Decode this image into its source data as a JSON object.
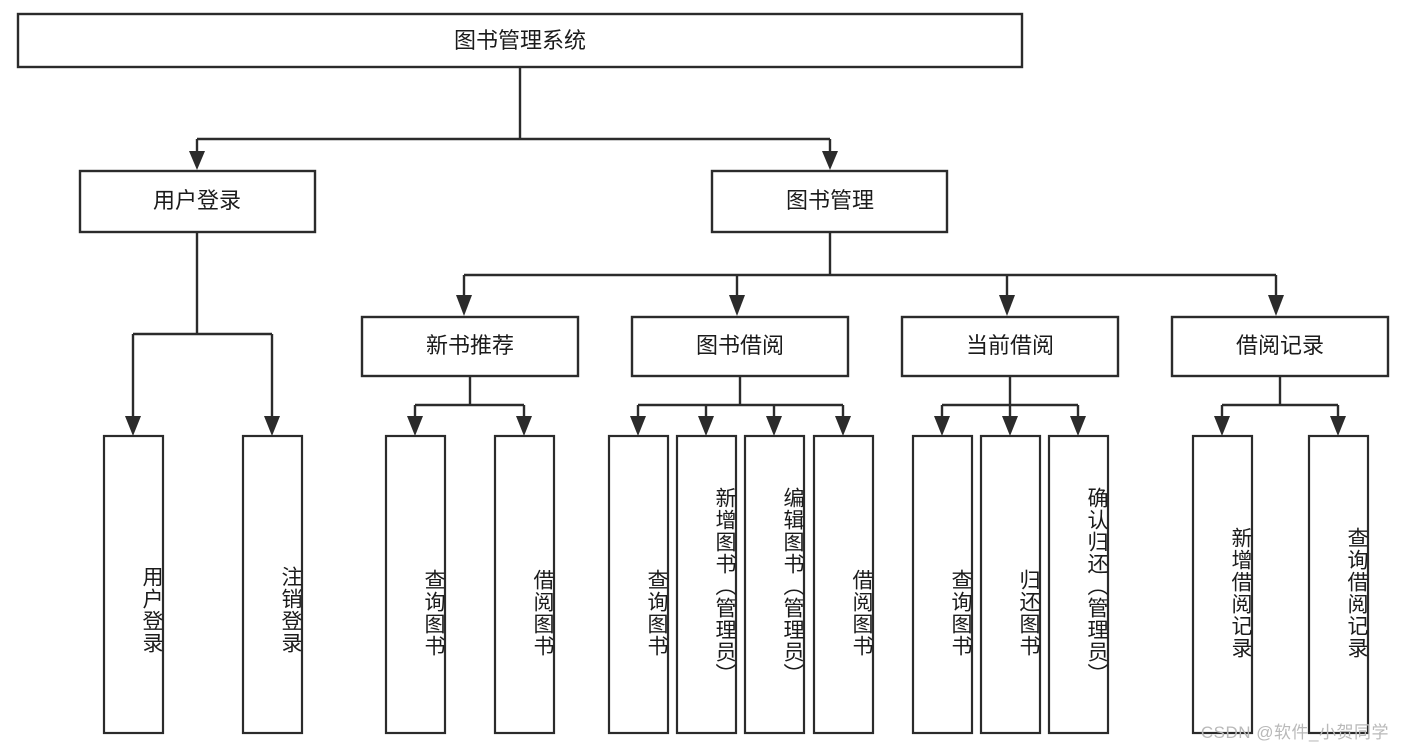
{
  "diagram": {
    "type": "tree-hierarchy",
    "title": "图书管理系统",
    "root": {
      "id": "root",
      "label": "图书管理系统"
    },
    "level2": [
      {
        "id": "user-login",
        "label": "用户登录"
      },
      {
        "id": "book-manage",
        "label": "图书管理"
      }
    ],
    "level3": [
      {
        "id": "new-book-recommend",
        "label": "新书推荐",
        "parent": "book-manage"
      },
      {
        "id": "book-borrow",
        "label": "图书借阅",
        "parent": "book-manage"
      },
      {
        "id": "current-borrow",
        "label": "当前借阅",
        "parent": "book-manage"
      },
      {
        "id": "borrow-record",
        "label": "借阅记录",
        "parent": "book-manage"
      }
    ],
    "leaves": {
      "user-login": [
        {
          "id": "leaf-user-login",
          "label": "用户登录"
        },
        {
          "id": "leaf-user-logout",
          "label": "注销登录"
        }
      ],
      "new-book-recommend": [
        {
          "id": "leaf-query-book-1",
          "label": "查询图书"
        },
        {
          "id": "leaf-borrow-book-1",
          "label": "借阅图书"
        }
      ],
      "book-borrow": [
        {
          "id": "leaf-query-book-2",
          "label": "查询图书"
        },
        {
          "id": "leaf-add-book",
          "label": "新增图书（管理员）"
        },
        {
          "id": "leaf-edit-book",
          "label": "编辑图书（管理员）"
        },
        {
          "id": "leaf-borrow-book-2",
          "label": "借阅图书"
        }
      ],
      "current-borrow": [
        {
          "id": "leaf-query-book-3",
          "label": "查询图书"
        },
        {
          "id": "leaf-return-book",
          "label": "归还图书"
        },
        {
          "id": "leaf-confirm-return",
          "label": "确认归还（管理员）"
        }
      ],
      "borrow-record": [
        {
          "id": "leaf-add-record",
          "label": "新增借阅记录"
        },
        {
          "id": "leaf-query-record",
          "label": "查询借阅记录"
        }
      ]
    }
  },
  "watermark": {
    "text": "CSDN @软件_小贺同学"
  },
  "colors": {
    "stroke": "#2b2b2b",
    "fill": "#ffffff",
    "text": "#1b1b1b",
    "watermark": "#b9b9b9"
  }
}
